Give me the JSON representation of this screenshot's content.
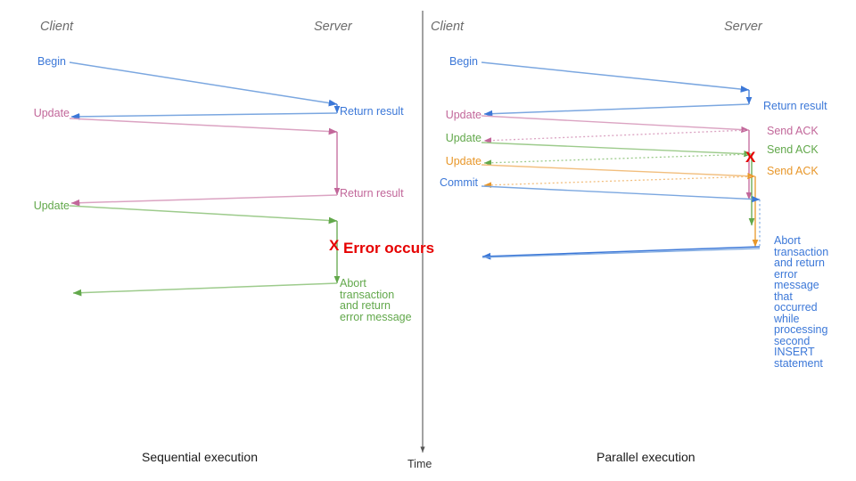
{
  "diagram": {
    "title_not_shown": false,
    "colors": {
      "blue": "#3c78d8",
      "blue_light": "#7ba7e0",
      "pink": "#c2679a",
      "pink_light": "#dba3c2",
      "green": "#62a84b",
      "green_light": "#9dcb8c",
      "orange": "#e8972a",
      "orange_light": "#f2be7d",
      "red": "#e60000",
      "header_gray": "#6b6b6b",
      "axis_gray": "#555555"
    },
    "time_axis": {
      "label": "Time"
    },
    "panels": [
      {
        "id": "sequential",
        "caption": "Sequential execution",
        "headers": {
          "client": "Client",
          "server": "Server"
        },
        "client_messages": [
          {
            "label": "Begin",
            "color": "blue"
          },
          {
            "label": "Update",
            "color": "pink"
          },
          {
            "label": "Update",
            "color": "green"
          }
        ],
        "server_messages": [
          {
            "label": "Return result",
            "color": "blue"
          },
          {
            "label": "Return result",
            "color": "pink"
          },
          {
            "label": "Error occurs",
            "color": "red"
          },
          {
            "label": "Abort\ntransaction\nand return\nerror message",
            "color": "green"
          }
        ],
        "error_marker": {
          "glyph": "X",
          "color": "red"
        }
      },
      {
        "id": "parallel",
        "caption": "Parallel execution",
        "headers": {
          "client": "Client",
          "server": "Server"
        },
        "client_messages": [
          {
            "label": "Begin",
            "color": "blue"
          },
          {
            "label": "Update",
            "color": "pink"
          },
          {
            "label": "Update",
            "color": "green"
          },
          {
            "label": "Update",
            "color": "orange"
          },
          {
            "label": "Commit",
            "color": "blue"
          }
        ],
        "server_messages": [
          {
            "label": "Return result",
            "color": "blue"
          },
          {
            "label": "Send ACK",
            "color": "pink"
          },
          {
            "label": "Send ACK",
            "color": "green"
          },
          {
            "label": "Send ACK",
            "color": "orange"
          },
          {
            "label": "Abort\ntransaction\nand return\nerror message\nthat occurred\nwhile\nprocessing\nsecond\nINSERT\nstatement",
            "color": "blue"
          }
        ],
        "error_marker": {
          "glyph": "X",
          "color": "red"
        }
      }
    ]
  }
}
